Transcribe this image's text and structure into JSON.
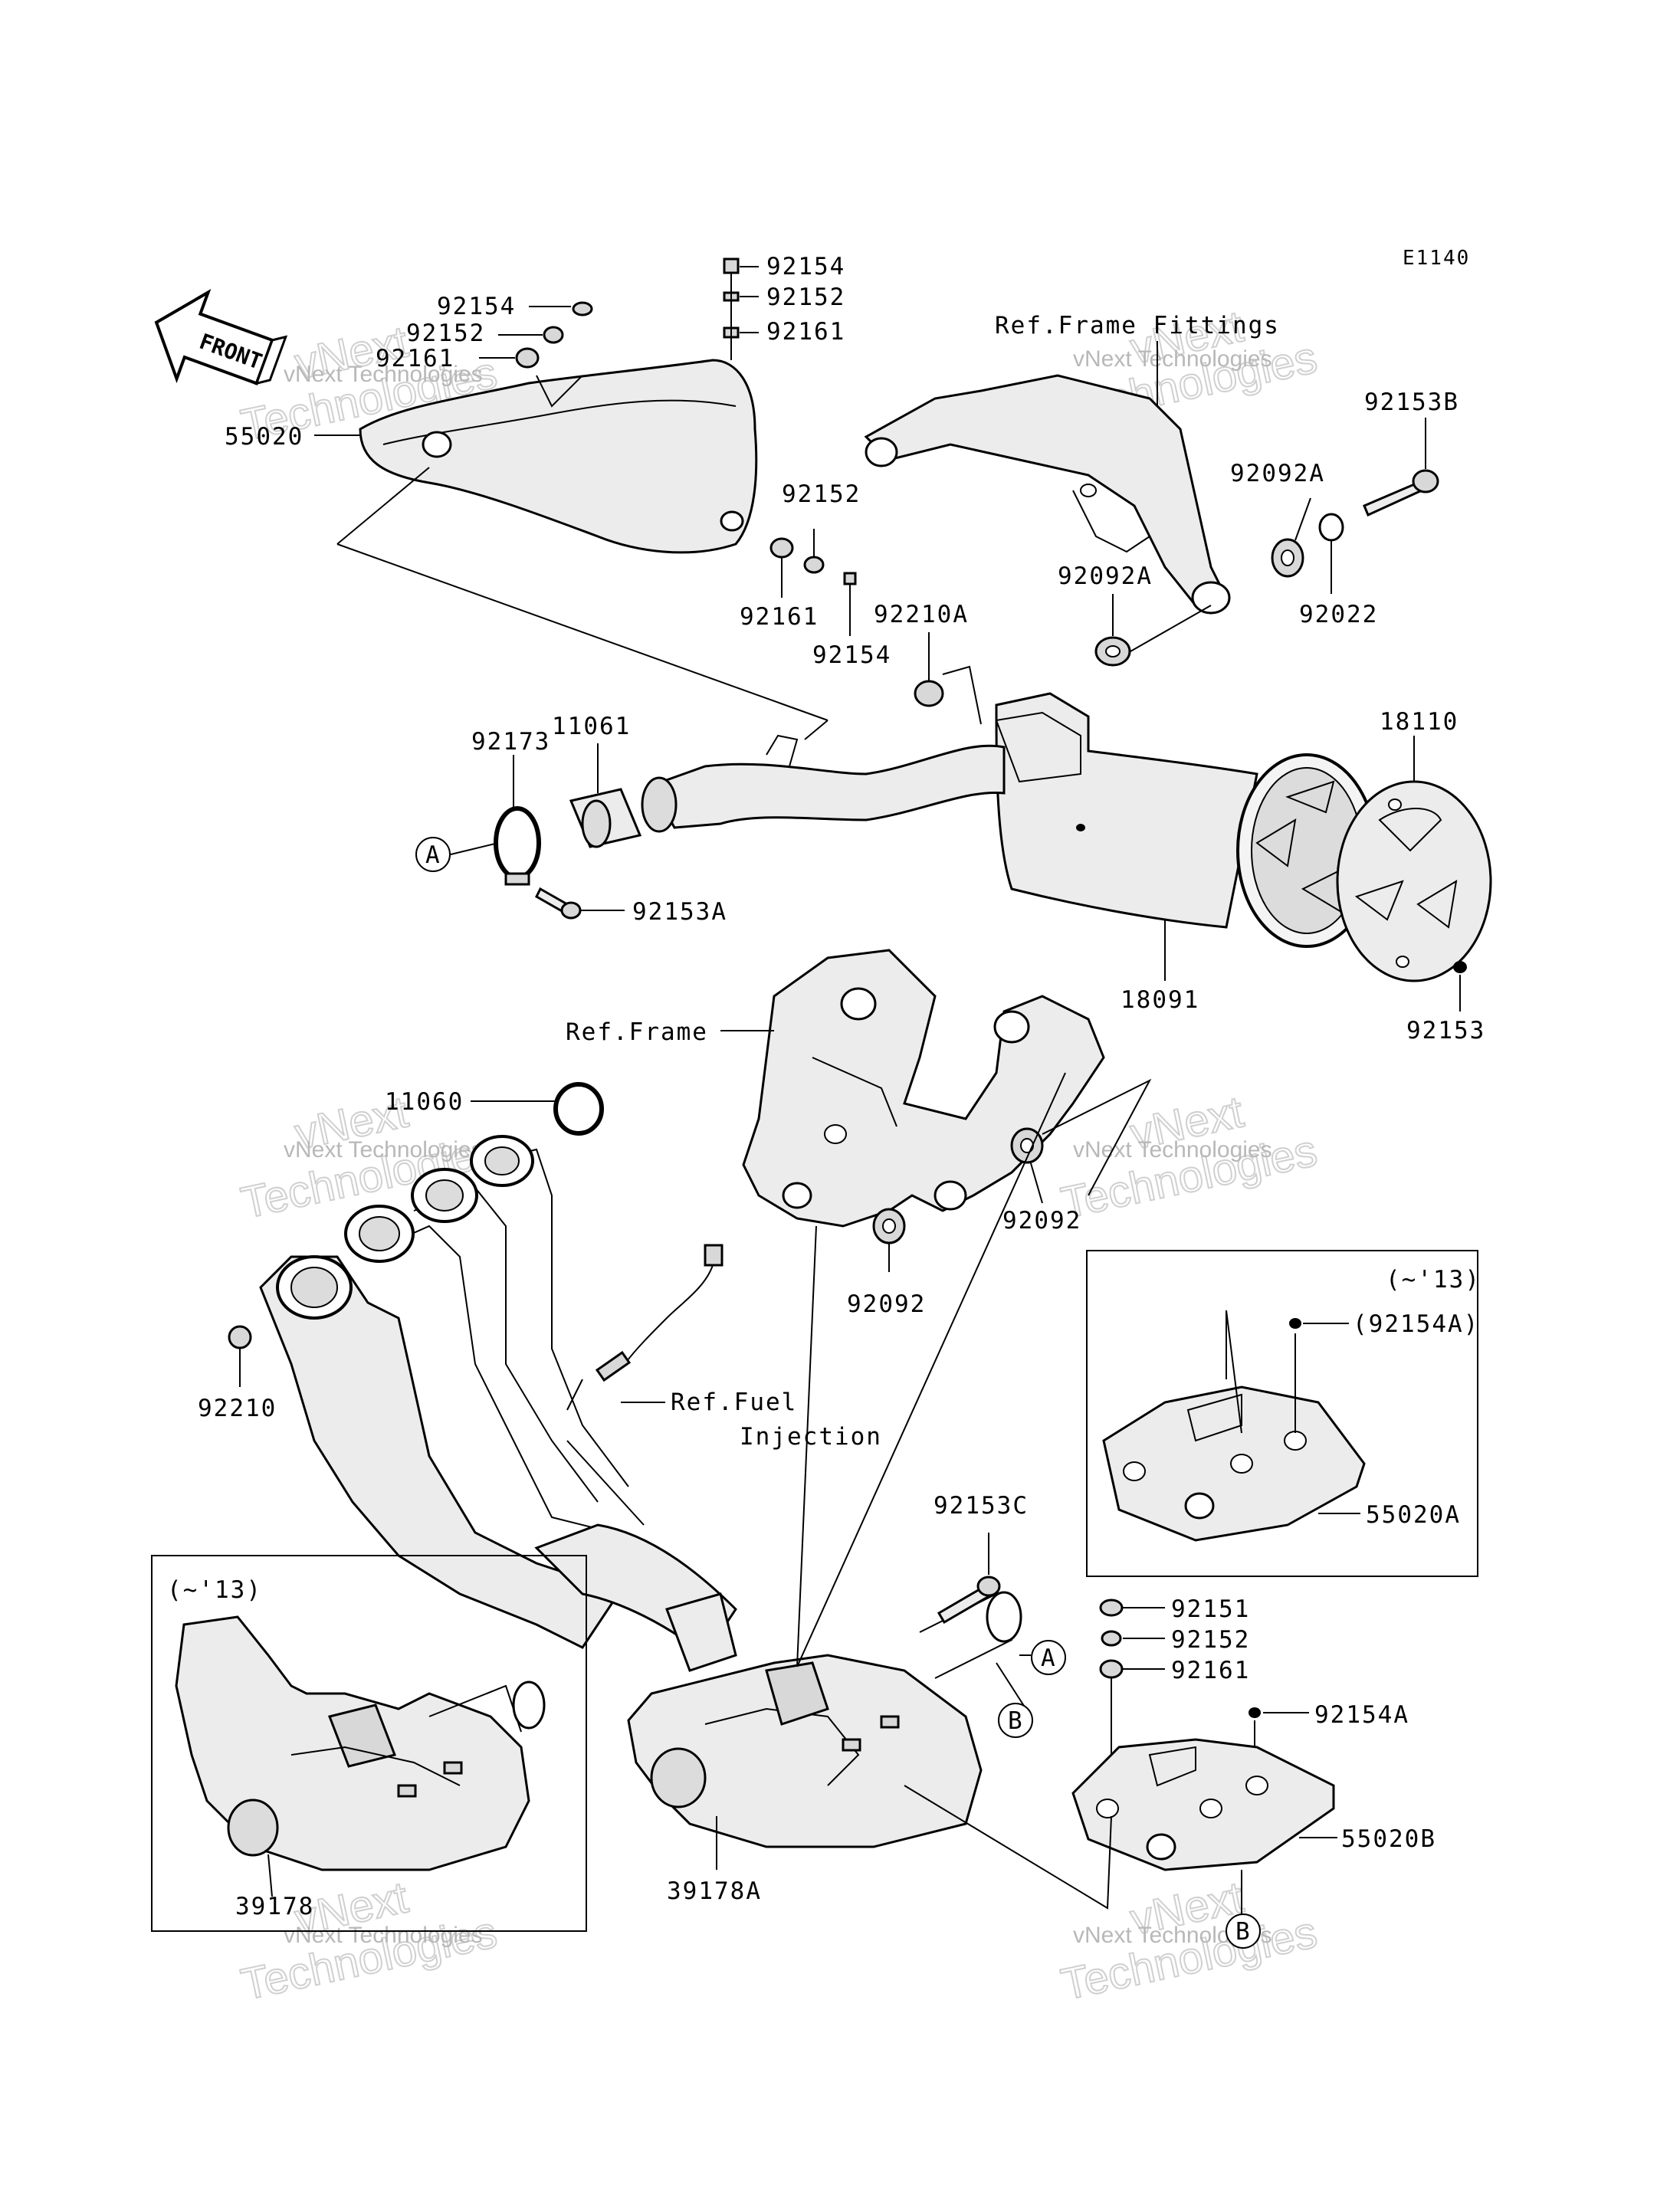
{
  "diagram": {
    "code": "E1140",
    "front_label": "FRONT",
    "watermark": {
      "line1": "vNext Technologies",
      "line2": "vNext",
      "line3": "Technologies"
    },
    "refs": {
      "frame_fittings": "Ref.Frame Fittings",
      "frame": "Ref.Frame",
      "fuel_line1": "Ref.Fuel",
      "fuel_line2": "Injection"
    },
    "callouts": {
      "A": "A",
      "B": "B"
    },
    "inset_labels": {
      "top_right": "(~'13)",
      "bottom_left": "(~'13)"
    },
    "parts": {
      "p92154_top": "92154",
      "p92152_top": "92152",
      "p92161_top": "92161",
      "p92154_left": "92154",
      "p92152_left": "92152",
      "p92161_left": "92161",
      "p55020": "55020",
      "p92152_mid": "92152",
      "p92161_mid": "92161",
      "p92154_mid": "92154",
      "p92210A": "92210A",
      "p92092A_top": "92092A",
      "p92092A_mid": "92092A",
      "p92153B": "92153B",
      "p92022": "92022",
      "p18110": "18110",
      "p92173": "92173",
      "p11061": "11061",
      "p92153A": "92153A",
      "p18091": "18091",
      "p92153": "92153",
      "p11060": "11060",
      "p92092_r": "92092",
      "p92092_b": "92092",
      "p92210": "92210",
      "p92154A_paren": "(92154A)",
      "p55020A": "55020A",
      "p92153C": "92153C",
      "p92151": "92151",
      "p92152_br": "92152",
      "p92161_br": "92161",
      "p92154A": "92154A",
      "p55020B": "55020B",
      "p39178A": "39178A",
      "p39178": "39178"
    }
  }
}
